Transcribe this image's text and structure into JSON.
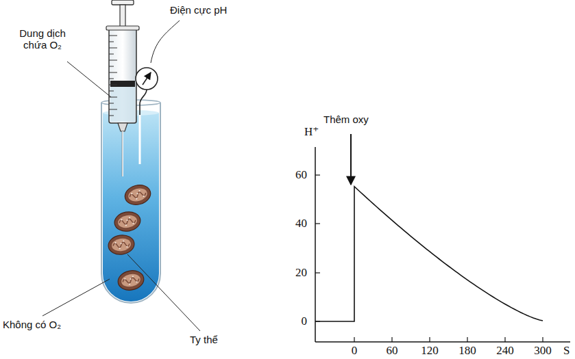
{
  "diagram": {
    "labels": [
      "Dung dịch chứa O₂",
      "Điện cực pH",
      "Không có O₂",
      "Ty thể",
      "Thêm oxy",
      "H⁺",
      "60",
      "40",
      "20",
      "0",
      "0",
      "60",
      "120",
      "180",
      "240",
      "300",
      "S"
    ]
  }
}
